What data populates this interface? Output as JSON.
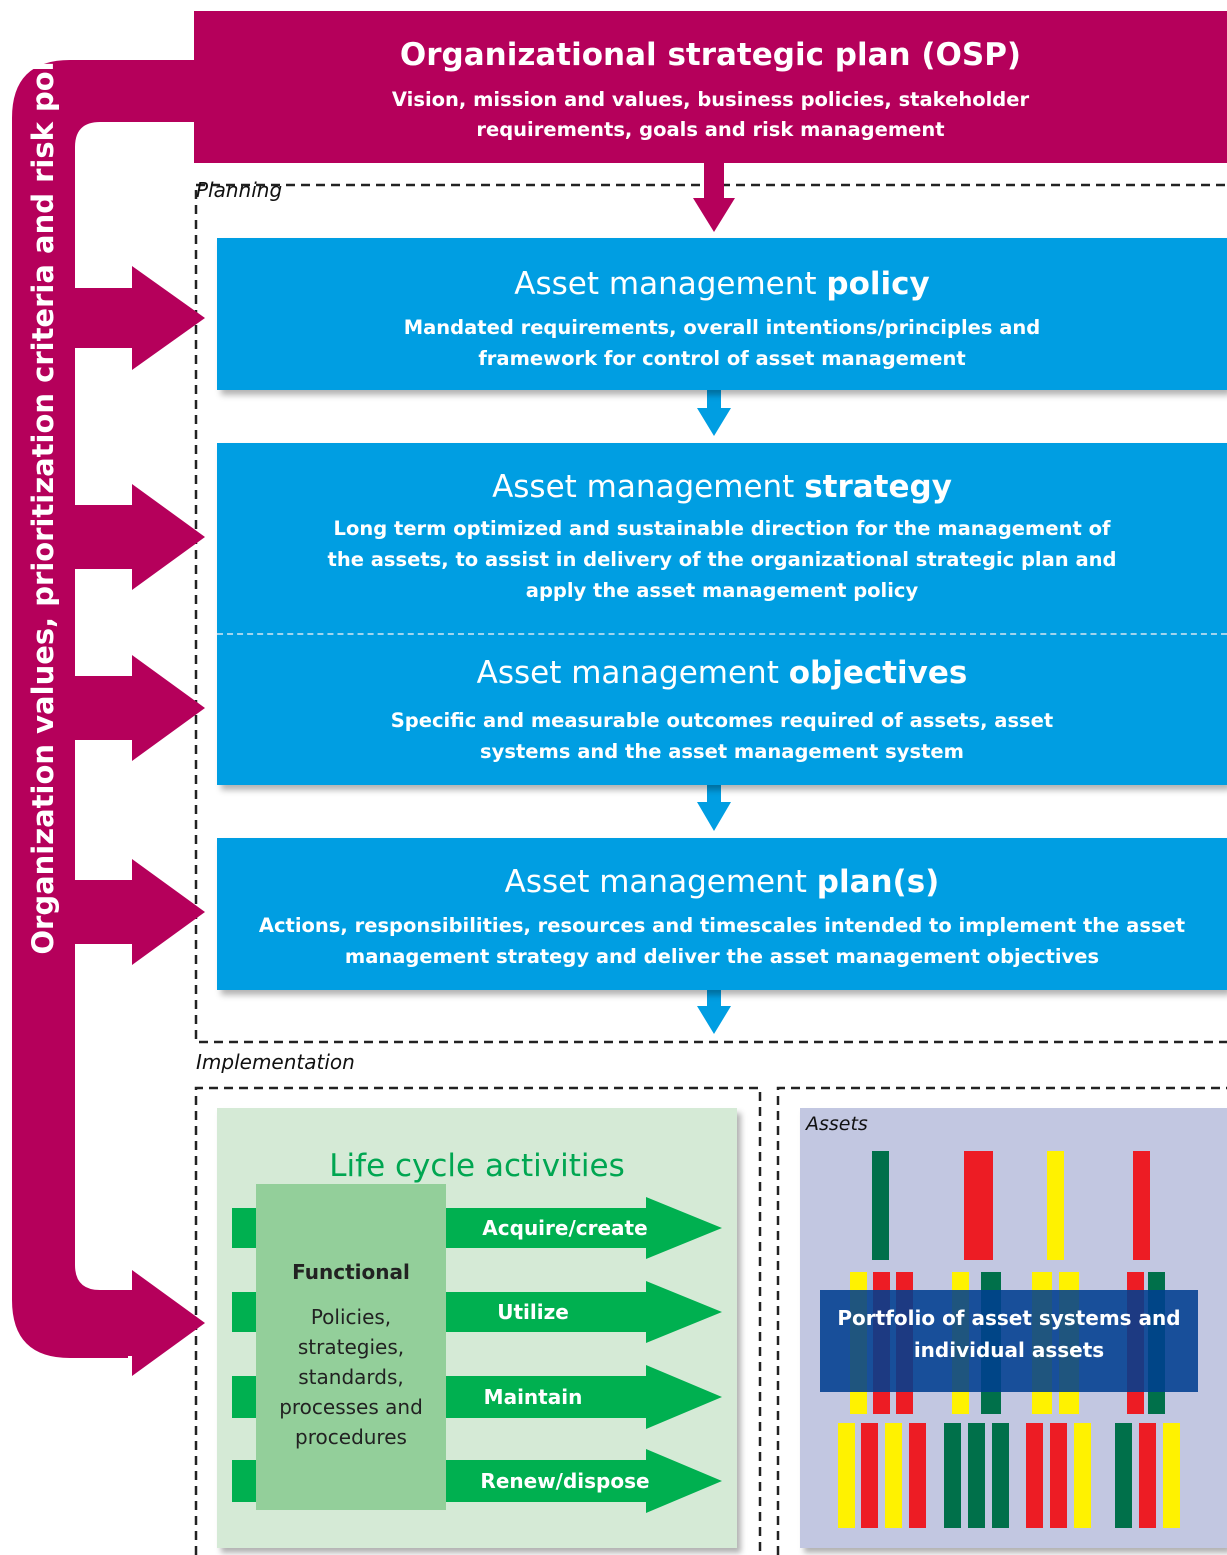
{
  "colors": {
    "magenta": "#b5005b",
    "blue": "#009ee2",
    "green": "#00a651",
    "light_green": "#d5ead6",
    "mid_green": "#93cf9a",
    "navy": "#003f8f",
    "asset_green": "#00704a",
    "asset_red": "#ed1c24",
    "asset_yellow": "#fff200",
    "asset_bg": "#c2c7e1"
  },
  "osp": {
    "title": "Organizational strategic plan (OSP)",
    "subtitle": "Vision, mission and values, business policies, stakeholder requirements, goals and risk management"
  },
  "side_label": "Organization values, prioritization criteria and risk policy",
  "planning_label": "Planning",
  "implementation_label": "Implementation",
  "policy": {
    "title_prefix": "Asset management ",
    "title_bold": "policy",
    "subtitle": "Mandated requirements, overall intentions/principles and framework for control of asset management"
  },
  "strategy": {
    "title_prefix": "Asset management ",
    "title_bold": "strategy",
    "subtitle": "Long term optimized and sustainable direction for the management of the assets, to assist in delivery of the organizational strategic plan and apply the asset management policy"
  },
  "objectives": {
    "title_prefix": "Asset management ",
    "title_bold": "objectives",
    "subtitle": "Specific and measurable outcomes required of assets, asset systems and the asset management system"
  },
  "plans": {
    "title_prefix": "Asset management ",
    "title_bold": "plan(s)",
    "subtitle": "Actions, responsibilities, resources and timescales intended to implement the asset management strategy and deliver the asset management objectives"
  },
  "lifecycle": {
    "title": "Life cycle activities",
    "functional_heading": "Functional",
    "functional_body": "Policies, strategies, standards, processes and procedures",
    "activities": [
      "Acquire/create",
      "Utilize",
      "Maintain",
      "Renew/dispose"
    ]
  },
  "assets": {
    "label": "Assets",
    "portfolio_text": "Portfolio of asset systems and individual assets"
  }
}
